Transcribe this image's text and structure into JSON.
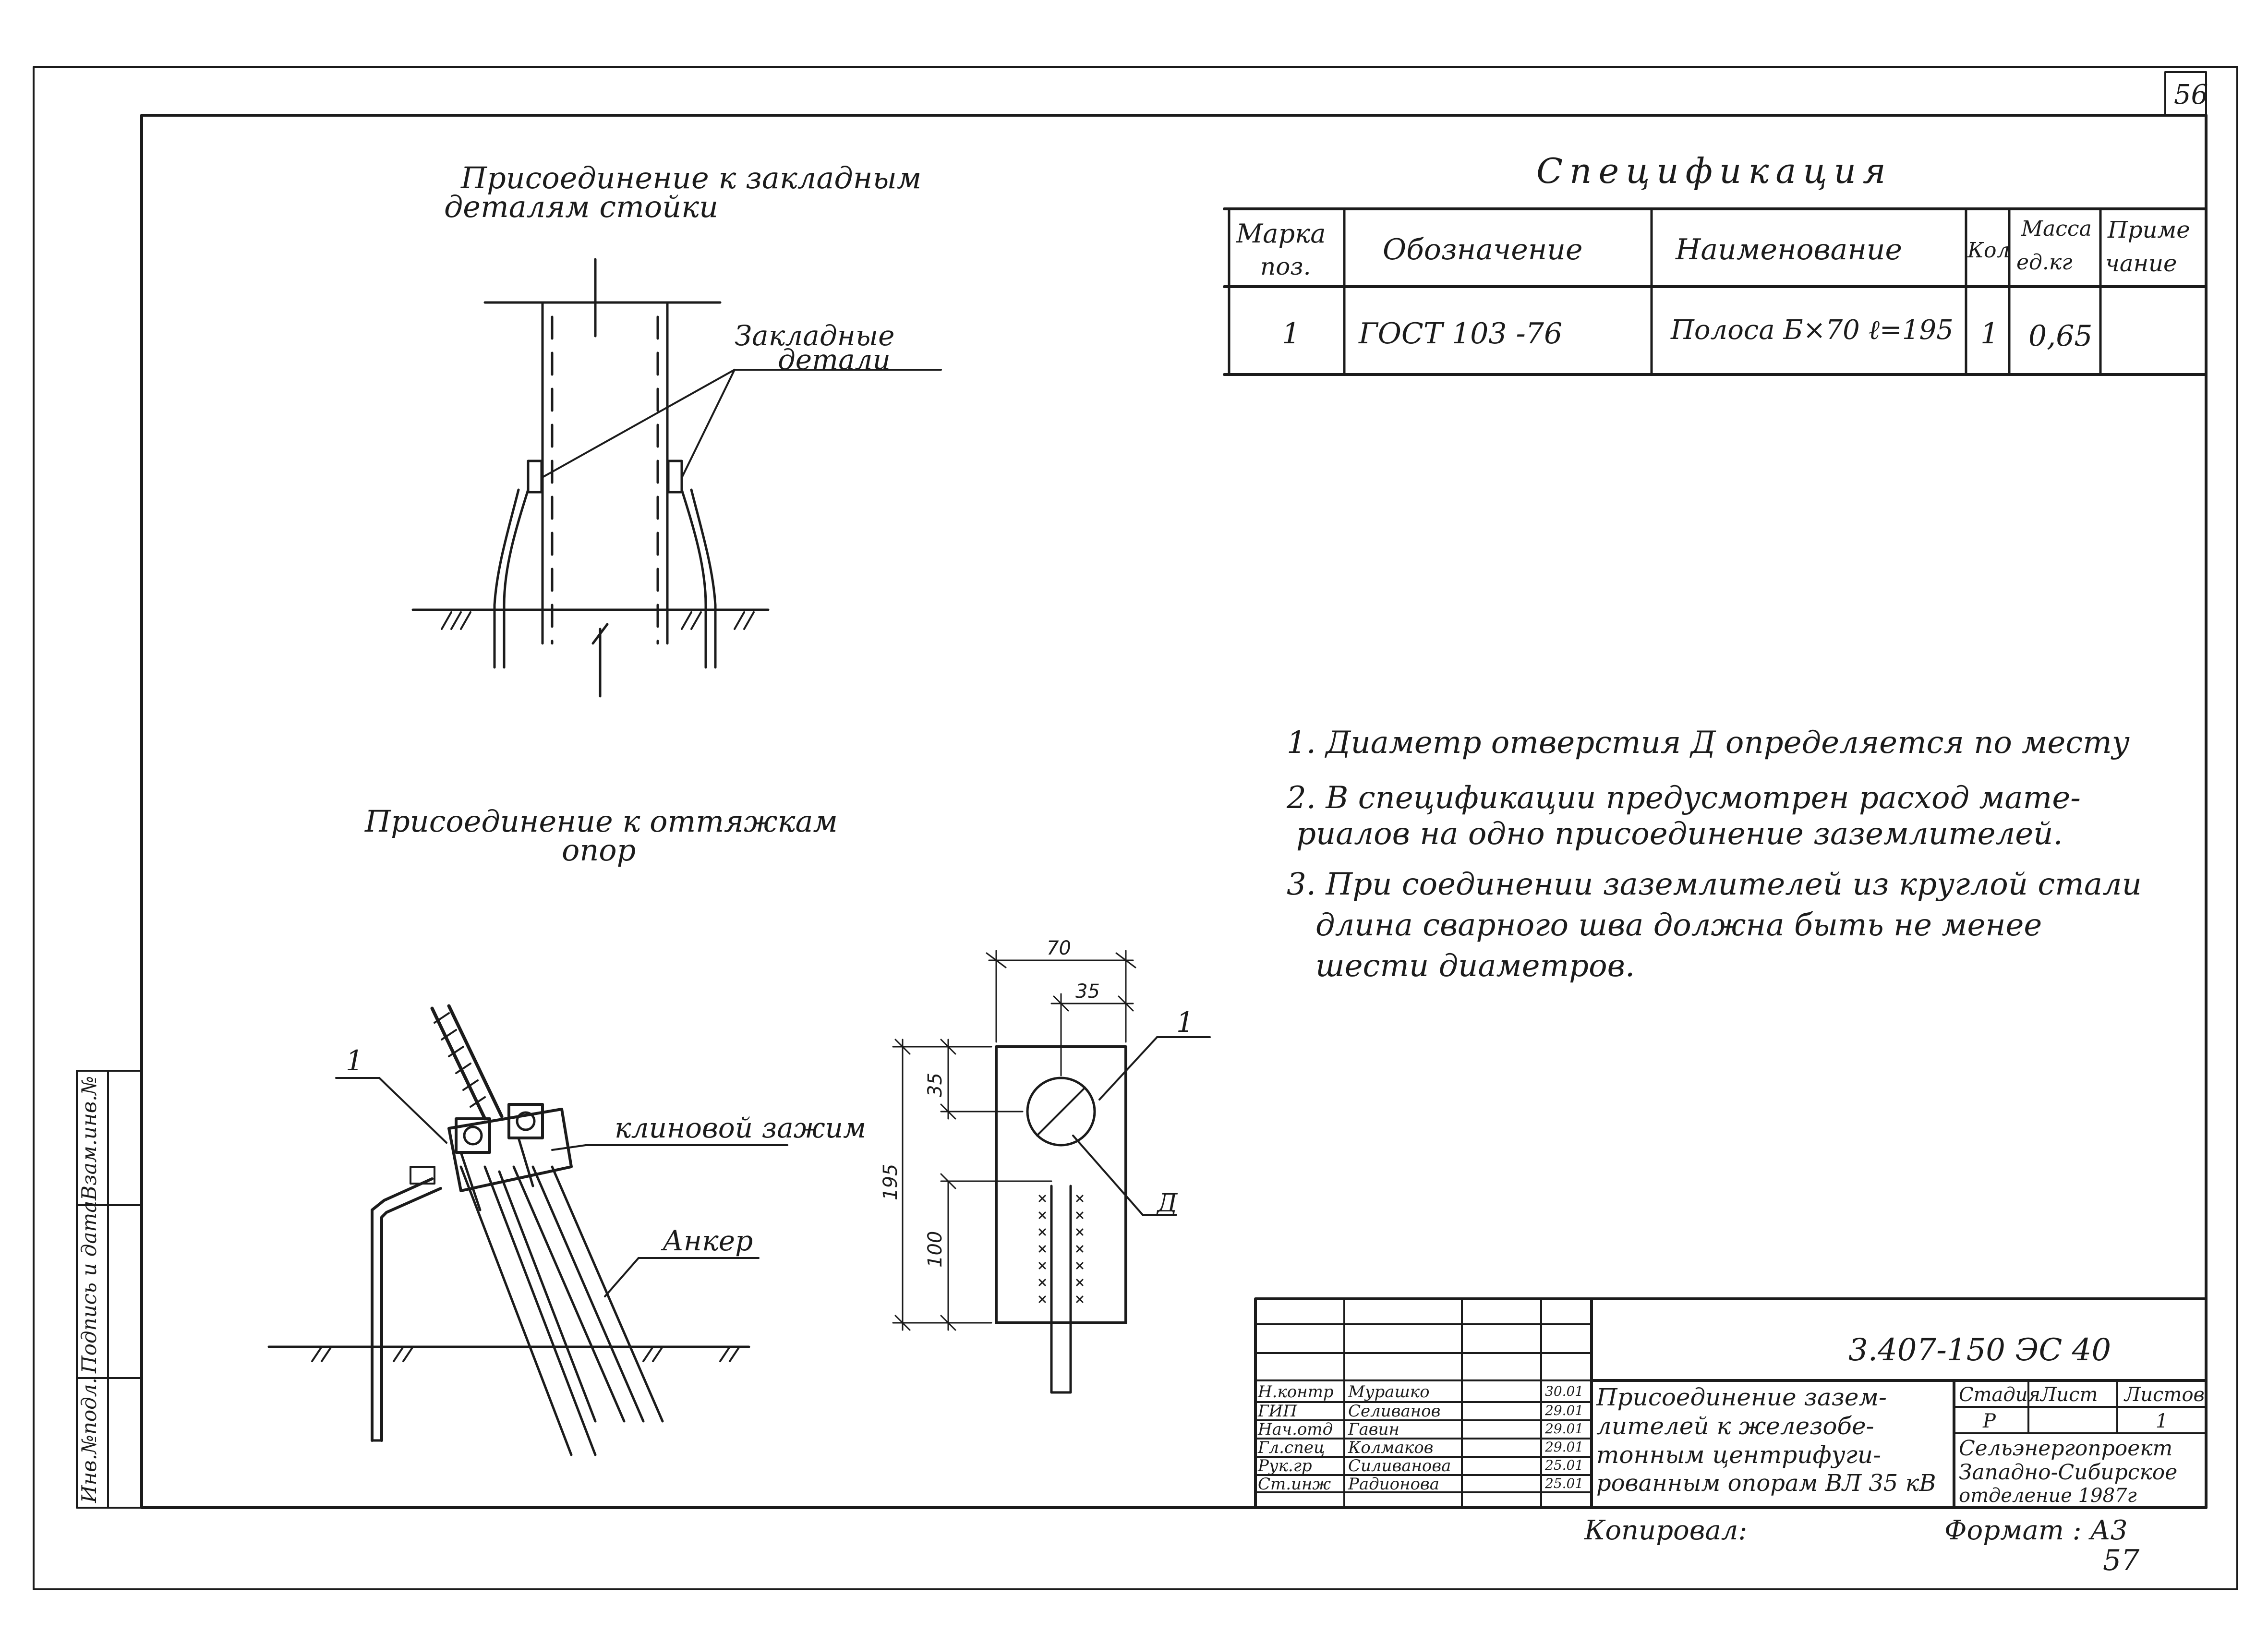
{
  "sheet_number": "56",
  "bottom_number": "57",
  "drawing_titles": {
    "embedded_line1": "Присоединение к закладным",
    "embedded_line2": "деталям стойки",
    "guy_line1": "Присоединение к оттяжкам",
    "guy_line2": "опор"
  },
  "labels": {
    "embedded_parts_line1": "Закладные",
    "embedded_parts_line2": "детали",
    "wedge_clamp": "клиновой зажим",
    "anchor": "Анкер",
    "pos1_left": "1",
    "pos1_right": "1",
    "hole": "Д"
  },
  "dimensions": {
    "width": "70",
    "half_width": "35",
    "hole_offset": "35",
    "height": "195",
    "weld": "100"
  },
  "spec": {
    "title": "Спецификация",
    "headers": {
      "mark_l1": "Марка",
      "mark_l2": "поз.",
      "designation": "Обозначение",
      "name": "Наименование",
      "qty": "Кол",
      "mass_l1": "Масса",
      "mass_l2": "ед.кг",
      "note_l1": "Приме",
      "note_l2": "чание"
    },
    "row": {
      "mark": "1",
      "designation": "ГОСТ 103 -76",
      "name": "Полоса Б×70 ℓ=195",
      "qty": "1",
      "mass": "0,65",
      "note": ""
    }
  },
  "notes": [
    "1. Диаметр отверстия Д определяется по месту",
    "2. В спецификации предусмотрен расход мате-",
    "риалов на одно присоединение заземлителей.",
    "3. При соединении заземлителей из круглой стали",
    "длина сварного шва должна быть не менее",
    "шести диаметров."
  ],
  "title_block": {
    "code": "3.407-150   ЭС 40",
    "title_lines": [
      "Присоединение зазем-",
      "лителей к железобе-",
      "тонным центрифуги-",
      "рованным опорам ВЛ 35 кВ"
    ],
    "stage_label": "Стадия",
    "sheet_label": "Лист",
    "sheets_label": "Листов",
    "stage": "Р",
    "sheet": "",
    "sheets": "1",
    "org_lines": [
      "Сельэнергопроект",
      "Западно-Сибирское",
      "отделение   1987г"
    ],
    "roles": [
      {
        "role": "Н.контр",
        "name": "Мурашко",
        "date": "30.01"
      },
      {
        "role": "ГИП",
        "name": "Селиванов",
        "date": "29.01"
      },
      {
        "role": "Нач.отд",
        "name": "Гавин",
        "date": "29.01"
      },
      {
        "role": "Гл.спец",
        "name": "Колмаков",
        "date": "29.01"
      },
      {
        "role": "Рук.гр",
        "name": "Силиванова",
        "date": "25.01"
      },
      {
        "role": "Ст.инж",
        "name": "Радионова",
        "date": "25.01"
      }
    ]
  },
  "footer": {
    "copied": "Копировал:",
    "format": "Формат : А3"
  },
  "side_strip": {
    "inv": "Инв.№подл.",
    "signature": "Подпись и дата",
    "replace": "Взам.инв.№"
  }
}
